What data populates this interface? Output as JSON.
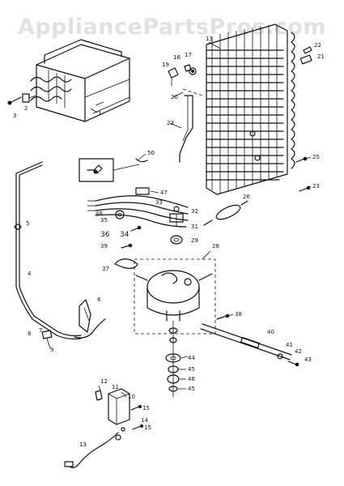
{
  "watermark": "AppliancePartsPros.com",
  "callouts": {
    "c1": "1",
    "c2": "2",
    "c3": "3",
    "c4": "4",
    "c5": "5",
    "c6": "6",
    "c7": "7",
    "c8": "8",
    "c9": "9",
    "c10": "10",
    "c11": "11",
    "c12": "12",
    "c13": "13",
    "c13b": "13",
    "c14": "14",
    "c15": "15",
    "c15b": "15",
    "c16": "16",
    "c17": "17",
    "c19": "19",
    "c20": "20",
    "c21": "21",
    "c22": "22",
    "c23": "23",
    "c23b": "23",
    "c25": "25",
    "c26": "26",
    "c28": "28",
    "c29": "29",
    "c31": "31",
    "c32": "32",
    "c33": "33",
    "c34": "34",
    "c35": "35",
    "c36": "36",
    "c37": "37",
    "c38": "38",
    "c39": "39",
    "c40": "40",
    "c41": "41",
    "c42": "42",
    "c43": "43",
    "c44": "44",
    "c45": "45",
    "c45b": "45",
    "c46": "46",
    "c47": "47",
    "c48": "48",
    "c50": "50"
  }
}
